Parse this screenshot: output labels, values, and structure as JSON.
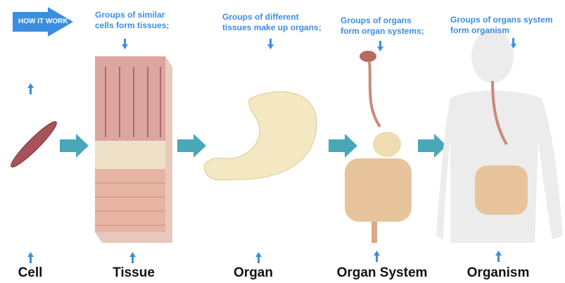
{
  "banner": {
    "label": "HOW IT WORK"
  },
  "captions": [
    {
      "line1": "Groups of similar",
      "line2": "cells form tissues;"
    },
    {
      "line1": "Groups of different",
      "line2": "tissues make up organs;"
    },
    {
      "line1": "Groups of organs",
      "line2": "form organ systems;"
    },
    {
      "line1": "Groups of organs system",
      "line2": "form organism"
    }
  ],
  "labels": [
    "Cell",
    "Tissue",
    "Organ",
    "Organ System",
    "Organism"
  ],
  "colors": {
    "caption": "#3b8ee0",
    "step_arrow": "#4aa7b8",
    "banner": "#3b8ee0"
  }
}
